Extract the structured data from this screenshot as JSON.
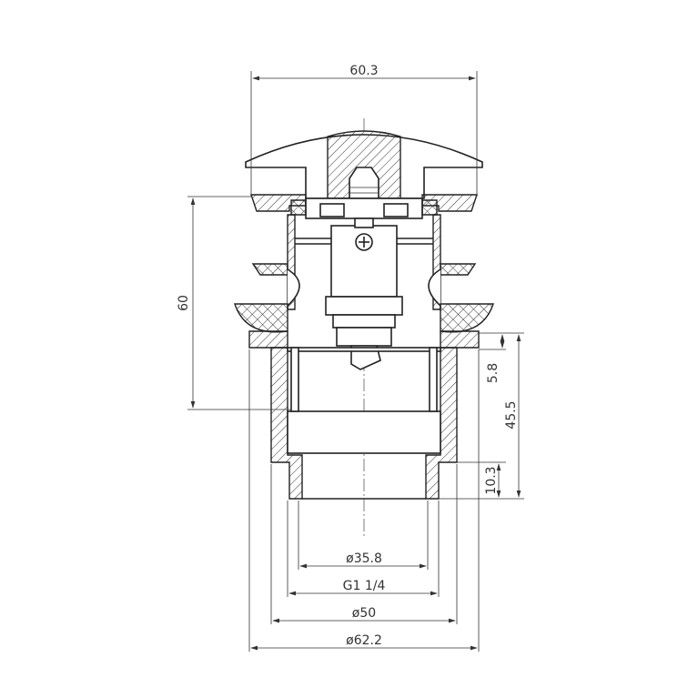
{
  "drawing": {
    "title": "Pop-up drain valve cross-section",
    "dimensions": {
      "top_width": "60.3",
      "overall_height": "60",
      "flange_thickness": "5.8",
      "body_height": "45.5",
      "thread_length": "10.3",
      "inner_diameter": "ø35.8",
      "thread_spec": "G1 1/4",
      "body_diameter": "ø50",
      "flange_diameter": "ø62.2"
    },
    "colors": {
      "line": "#222222",
      "background": "#ffffff"
    }
  }
}
